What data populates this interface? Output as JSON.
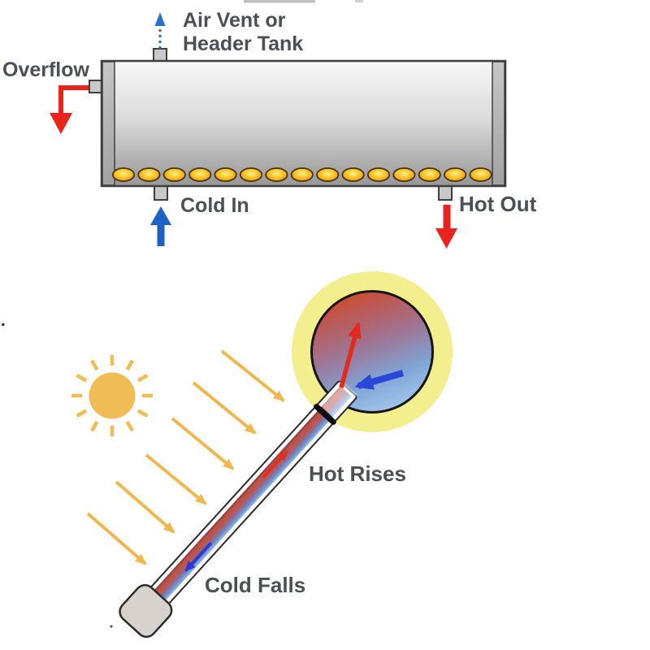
{
  "diagram": {
    "subject": "Solar water heater thermosiphon diagram",
    "storage_tank": {
      "air_vent_label_line1": "Air Vent or",
      "air_vent_label_line2": "Header Tank",
      "overflow_label": "Overflow",
      "cold_in_label": "Cold In",
      "hot_out_label": "Hot Out",
      "tube_port_count": 15
    },
    "collector": {
      "hot_rises_label": "Hot Rises",
      "cold_falls_label": "Cold Falls",
      "sun_ray_arrow_count": 6,
      "stray_mark": "."
    },
    "colors": {
      "hot_red": "#e8241c",
      "cold_blue": "#1e62c8",
      "vent_blue": "#2e6fce",
      "sun_yellow": "#f0bc55",
      "glow_yellow": "#f3ee8e",
      "label_gray": "#4b4f57",
      "tank_body_gray": "#d9d9d9",
      "tube_port_orange": "#f2a81c"
    }
  }
}
